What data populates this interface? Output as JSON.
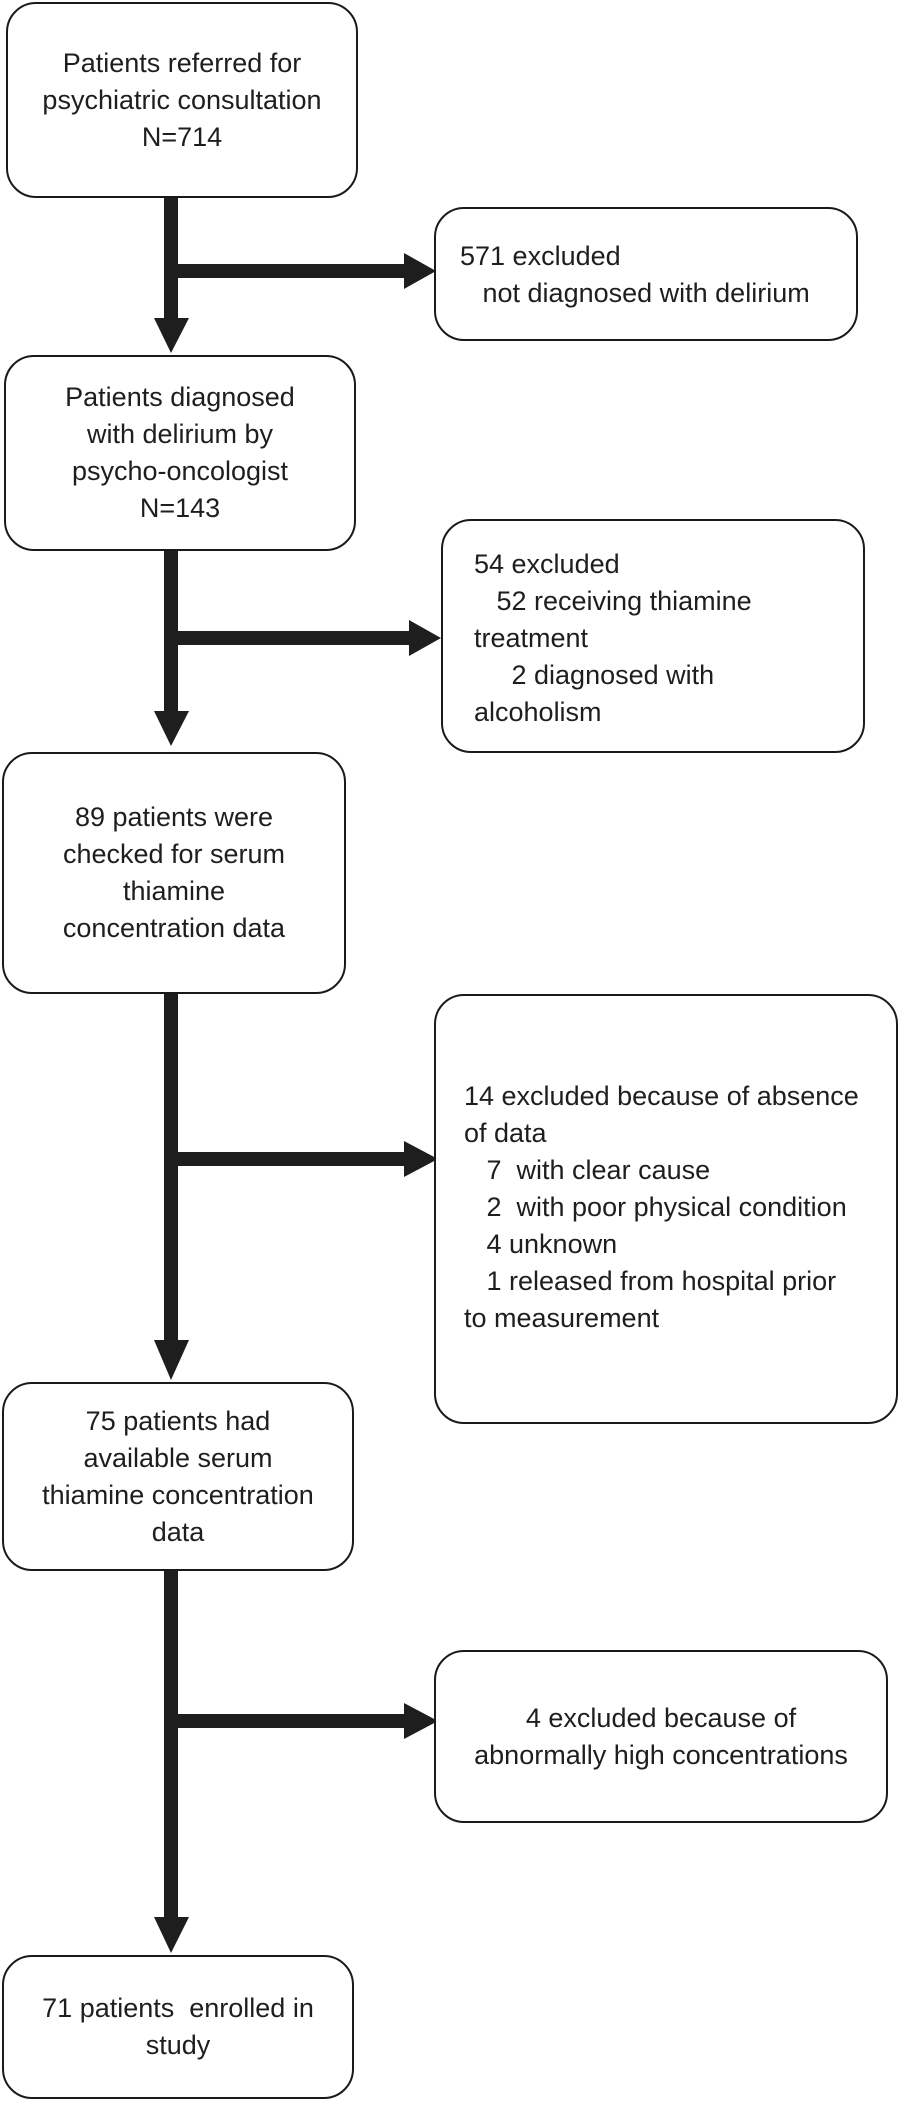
{
  "flowchart": {
    "steps": [
      {
        "lines": [
          "Patients referred for",
          "psychiatric consultation",
          "N=714"
        ]
      },
      {
        "lines": [
          "Patients diagnosed",
          "with delirium by",
          "psycho-oncologist",
          "N=143"
        ]
      },
      {
        "lines": [
          "89 patients were",
          "checked for serum",
          "thiamine",
          "concentration data"
        ]
      },
      {
        "lines": [
          "75 patients had",
          "available serum",
          "thiamine concentration",
          "data"
        ]
      },
      {
        "lines": [
          "71 patients  enrolled in",
          "study"
        ]
      }
    ],
    "exclusions": [
      {
        "lines": [
          "571 excluded",
          "   not diagnosed with delirium"
        ]
      },
      {
        "lines": [
          "54 excluded",
          "   52 receiving thiamine",
          "treatment",
          "     2 diagnosed with",
          "alcoholism"
        ]
      },
      {
        "lines": [
          "14 excluded because of absence",
          "of data",
          "   7  with clear cause",
          "   2  with poor physical condition",
          "   4 unknown",
          "   1 released from hospital prior",
          "to measurement"
        ]
      },
      {
        "lines": [
          "4 excluded because of",
          "abnormally high concentrations"
        ]
      }
    ]
  }
}
